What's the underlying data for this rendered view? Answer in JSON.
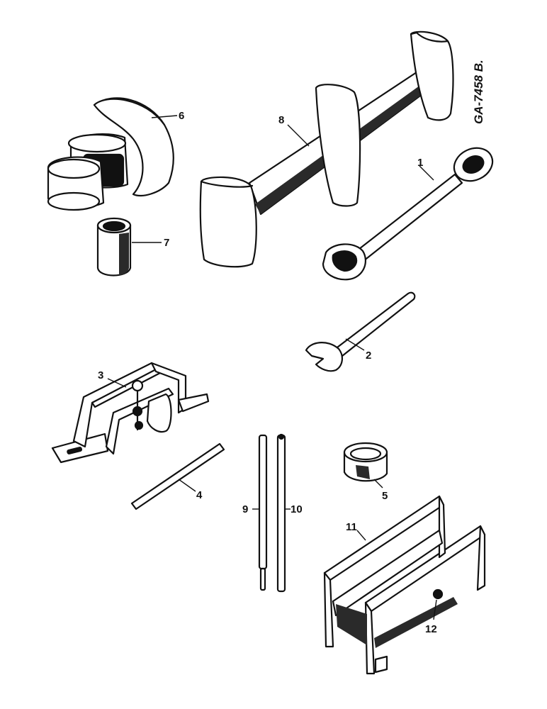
{
  "drawing": {
    "reference": "GA-7458 B.",
    "callouts": {
      "c1": "1",
      "c2": "2",
      "c3": "3",
      "c4": "4",
      "c5": "5",
      "c6": "6",
      "c7": "7",
      "c8": "8",
      "c9": "9",
      "c10": "10",
      "c11": "11",
      "c12": "12"
    }
  }
}
